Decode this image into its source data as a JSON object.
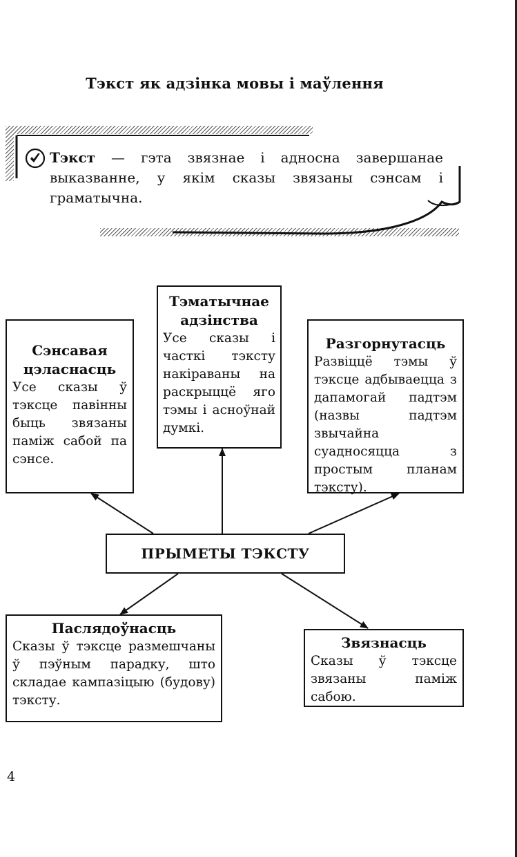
{
  "heading": "Тэкст як адзінка мовы і маўлення",
  "definition": {
    "term": "Тэкст",
    "text": " — гэта звязнае і адносна завершанае выказванне, у якім сказы звязаны сэнсам і граматычна."
  },
  "center": "ПРЫМЕТЫ ТЭКСТУ",
  "boxes": {
    "sense": {
      "title": "Сэнсавая цэласнасць",
      "body": "Усе сказы ў тэксце павінны быць звязаны паміж сабой па сэнсе."
    },
    "theme": {
      "title": "Тэматычнае адзінства",
      "body": "Усе сказы і часткі тэксту накіраваны на раскрыццё яго тэмы і асноўнай думкі."
    },
    "expand": {
      "title": "Разгорнутасць",
      "body": "Развіццё тэмы ў тэксце адбываецца з дапамогай падтэм (назвы падтэм звычайна суадносяцца з простым планам тэксту)."
    },
    "sequence": {
      "title": "Паслядоўнасць",
      "body": "Сказы ў тэксце размешчаны ў пэўным парадку, што складае кампазіцыю (будову) тэксту."
    },
    "coherence": {
      "title": "Звязнасць",
      "body": "Сказы ў тэксце звязаны паміж сабою."
    }
  },
  "page_number": "4",
  "icon": "pencil-check-icon"
}
